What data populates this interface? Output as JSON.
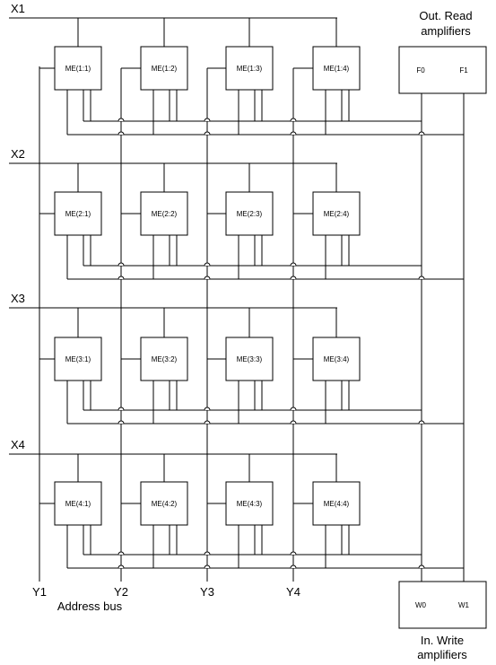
{
  "row_lines": [
    "X1",
    "X2",
    "X3",
    "X4"
  ],
  "column_lines": [
    "Y1",
    "Y2",
    "Y3",
    "Y4"
  ],
  "address_bus_label": "Address bus",
  "memory_cells": [
    [
      "ME(1:1)",
      "ME(1:2)",
      "ME(1:3)",
      "ME(1:4)"
    ],
    [
      "ME(2:1)",
      "ME(2:2)",
      "ME(2:3)",
      "ME(2:4)"
    ],
    [
      "ME(3:1)",
      "ME(3:2)",
      "ME(3:3)",
      "ME(3:4)"
    ],
    [
      "ME(4:1)",
      "ME(4:2)",
      "ME(4:3)",
      "ME(4:4)"
    ]
  ],
  "read_amplifiers": {
    "title_line1": "Out. Read",
    "title_line2": "amplifiers",
    "cells": [
      "F0",
      "F1"
    ]
  },
  "write_amplifiers": {
    "title_line1": "In. Write",
    "title_line2": "amplifiers",
    "cells": [
      "W0",
      "W1"
    ]
  }
}
